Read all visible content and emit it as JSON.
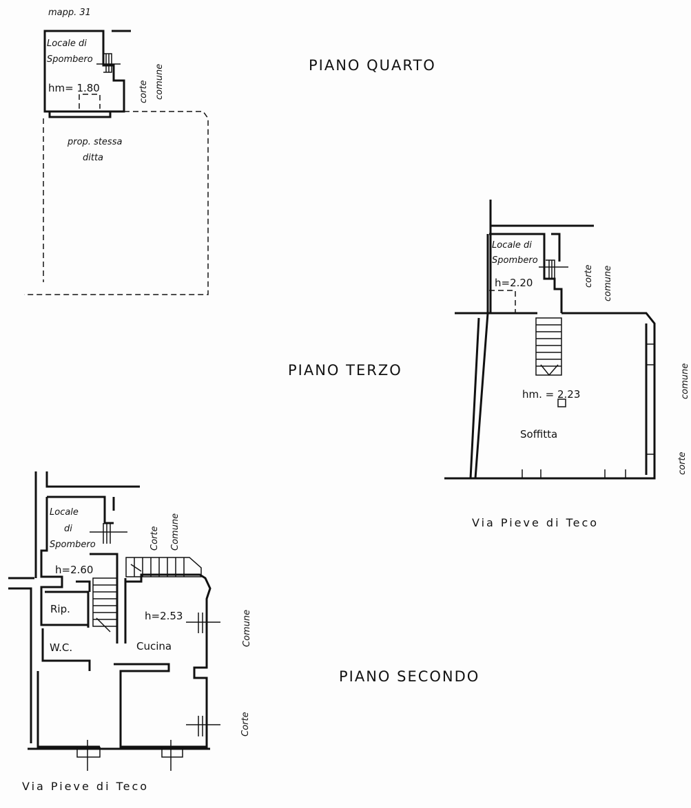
{
  "sheet": {
    "mapp_ref": "mapp. 31",
    "floors": {
      "quarto": {
        "title": "PIANO QUARTO",
        "room_line1": "Locale di",
        "room_line2": "Spombero",
        "height": "hm= 1.80",
        "corte": "corte",
        "comune": "comune",
        "adjacent_line1": "prop. stessa",
        "adjacent_line2": "ditta"
      },
      "terzo": {
        "title": "PIANO TERZO",
        "room_line1": "Locale di",
        "room_line2": "Spombero",
        "room_height": "h=2.20",
        "corte_small": "corte",
        "comune_small": "comune",
        "attic_height": "hm. = 2.23",
        "attic": "Soffitta",
        "comune_side": "comune",
        "corte_side": "corte",
        "street": "Via Pieve di Teco"
      },
      "secondo": {
        "title": "PIANO SECONDO",
        "room_line1": "Locale",
        "room_line2": "di",
        "room_line3": "Spombero",
        "room_height": "h=2.60",
        "corte_top": "Corte",
        "comune_top": "Comune",
        "rip": "Rip.",
        "wc": "W.C.",
        "kitchen_height": "h=2.53",
        "kitchen": "Cucina",
        "comune_side": "Comune",
        "corte_side": "Corte",
        "street": "Via Pieve di Teco"
      }
    }
  }
}
